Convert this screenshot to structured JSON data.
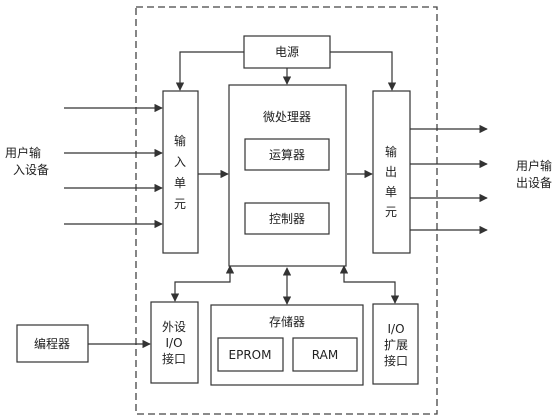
{
  "labels": {
    "power": "电源",
    "microprocessor": "微处理器",
    "alu": "运算器",
    "controller": "控制器",
    "input_unit": [
      "输",
      "入",
      "单",
      "元"
    ],
    "output_unit": [
      "输",
      "出",
      "单",
      "元"
    ],
    "user_input_device": [
      "用户输",
      "入设备"
    ],
    "user_output_device": [
      "用户输",
      "出设备"
    ],
    "programmer": "编程器",
    "peripheral_io": [
      "外设",
      "I/O",
      "接口"
    ],
    "storage": "存储器",
    "eprom": "EPROM",
    "ram": "RAM",
    "io_expansion": [
      "I/O",
      "扩展",
      "接口"
    ]
  }
}
